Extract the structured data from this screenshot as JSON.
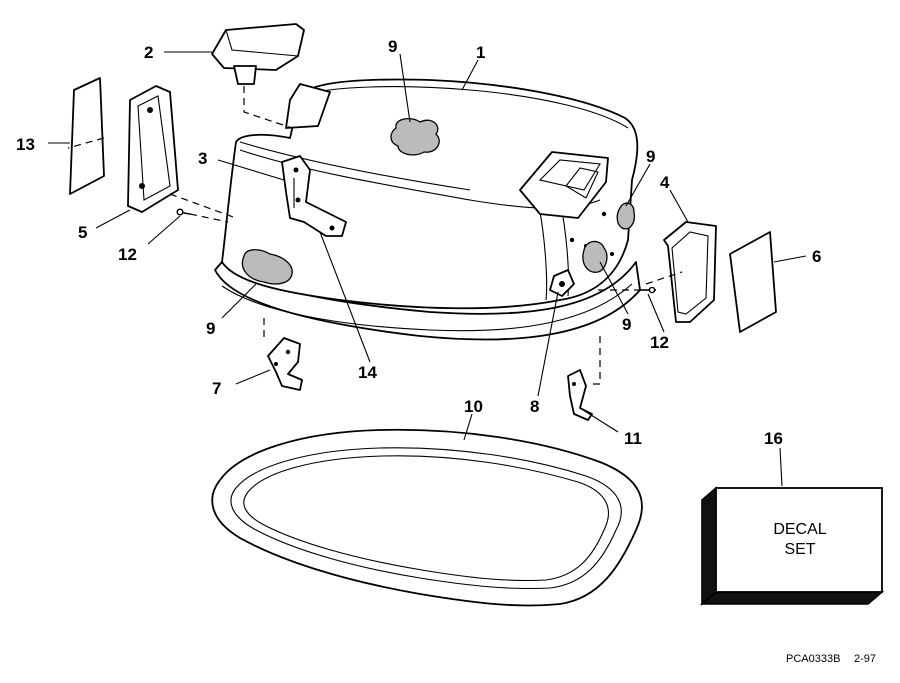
{
  "diagram": {
    "callouts": [
      {
        "id": "c1",
        "label": "1"
      },
      {
        "id": "c2",
        "label": "2"
      },
      {
        "id": "c3",
        "label": "3"
      },
      {
        "id": "c4",
        "label": "4"
      },
      {
        "id": "c5",
        "label": "5"
      },
      {
        "id": "c6",
        "label": "6"
      },
      {
        "id": "c7",
        "label": "7"
      },
      {
        "id": "c8",
        "label": "8"
      },
      {
        "id": "c9a",
        "label": "9"
      },
      {
        "id": "c9b",
        "label": "9"
      },
      {
        "id": "c9c",
        "label": "9"
      },
      {
        "id": "c9d",
        "label": "9"
      },
      {
        "id": "c10",
        "label": "10"
      },
      {
        "id": "c11",
        "label": "11"
      },
      {
        "id": "c12a",
        "label": "12"
      },
      {
        "id": "c12b",
        "label": "12"
      },
      {
        "id": "c13",
        "label": "13"
      },
      {
        "id": "c14",
        "label": "14"
      },
      {
        "id": "c16",
        "label": "16"
      }
    ],
    "decal_box": {
      "line1": "DECAL",
      "line2": "SET"
    },
    "footer": {
      "code": "PCA0333B",
      "date": "2-97"
    }
  }
}
